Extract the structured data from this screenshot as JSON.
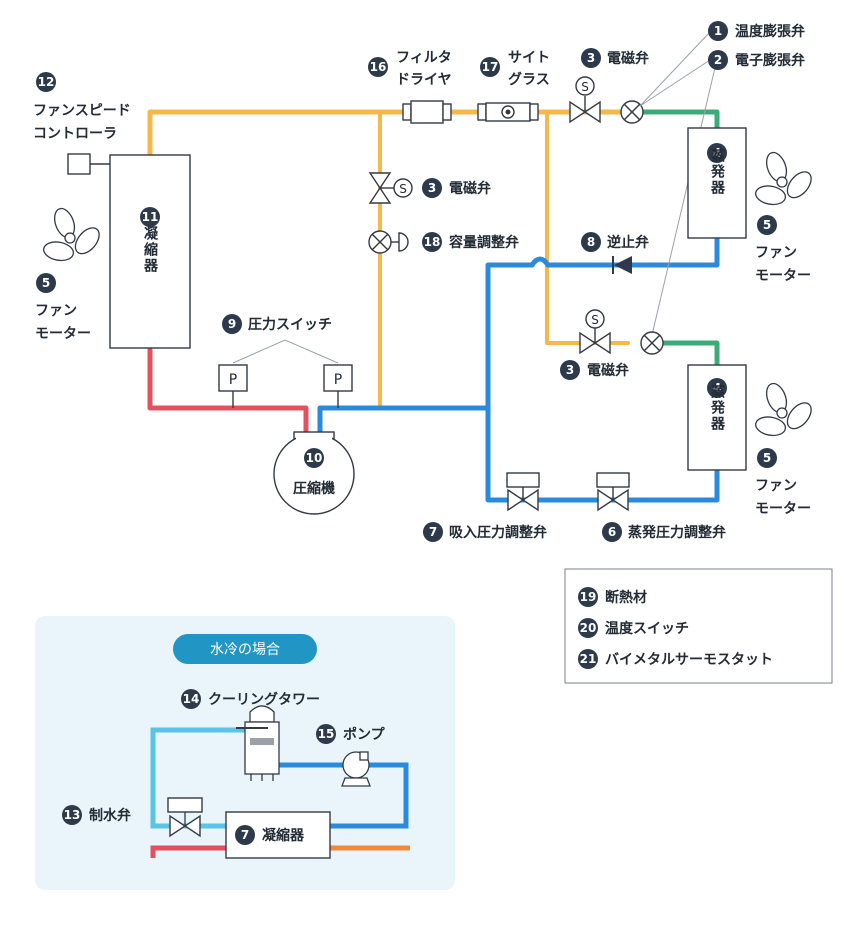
{
  "labels": {
    "l1": "温度膨張弁",
    "l2": "電子膨張弁",
    "l3a": "電磁弁",
    "l3b": "電磁弁",
    "l3c": "電磁弁",
    "l4a": "蒸発器",
    "l4b": "蒸発器",
    "l5a": [
      "ファン",
      "モーター"
    ],
    "l5b": [
      "ファン",
      "モーター"
    ],
    "l5c": [
      "ファン",
      "モーター"
    ],
    "l6": "蒸発圧力調整弁",
    "l7": "吸入圧力調整弁",
    "l8": "逆止弁",
    "l9": "圧力スイッチ",
    "l10": "圧縮機",
    "l11": "凝縮器",
    "l12": [
      "ファンスピード",
      "コントローラ"
    ],
    "l16": [
      "フィルタ",
      "ドライヤ"
    ],
    "l17": [
      "サイト",
      "グラス"
    ],
    "l18": "容量調整弁",
    "pressure_symbol": "P",
    "solenoid_symbol": "S"
  },
  "legend": [
    {
      "num": "19",
      "label": "断熱材"
    },
    {
      "num": "20",
      "label": "温度スイッチ"
    },
    {
      "num": "21",
      "label": "バイメタルサーモスタット"
    }
  ],
  "water": {
    "title": "水冷の場合",
    "l13": "制水弁",
    "l14": "クーリングタワー",
    "l15": "ポンプ",
    "l7": "凝縮器",
    "n13": "13",
    "n14": "14",
    "n15": "15",
    "n7": "7"
  },
  "colors": {
    "liquid": "#f5b84a",
    "suction": "#2a8bdc",
    "discharge": "#e5505f",
    "evap_out": "#3cab78",
    "water_light": "#59c4e6",
    "water_dark": "#2a8bdc",
    "water_hot": "#e5505f",
    "water_orange": "#ee8a3a",
    "panel_bg": "#eaf5fb",
    "title_pill": "#2195c4",
    "badge": "#2c3a4c"
  }
}
